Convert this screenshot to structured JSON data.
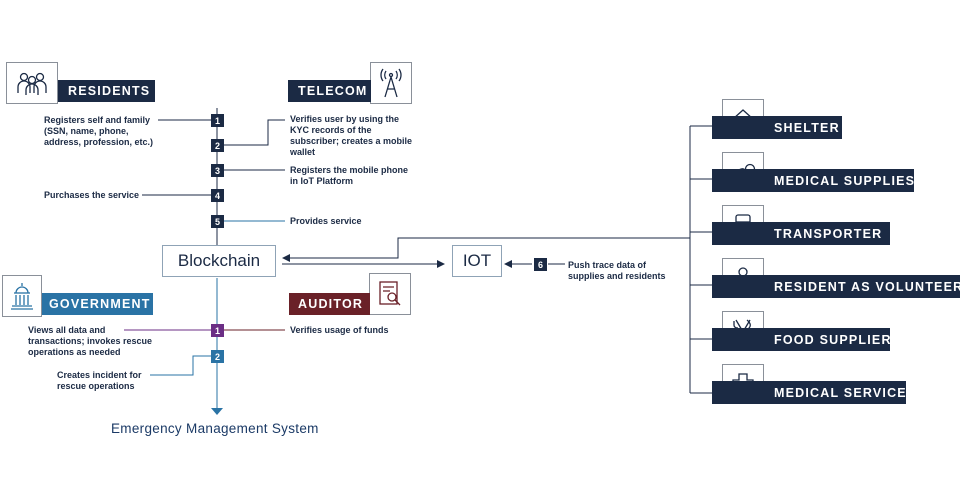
{
  "residents": {
    "label": "RESIDENTS",
    "icon": "people-icon"
  },
  "telecom": {
    "label": "TELECOM",
    "icon": "tower-icon"
  },
  "government": {
    "label": "GOVERNMENT",
    "icon": "capitol-icon"
  },
  "auditor": {
    "label": "AUDITOR",
    "icon": "document-search-icon"
  },
  "steps": {
    "s1": "1",
    "s2": "2",
    "s3": "3",
    "s4": "4",
    "s5": "5",
    "s6": "6",
    "g1": "1",
    "g2": "2"
  },
  "texts": {
    "t1": "Registers self and family (SSN, name, phone, address, profession, etc.)",
    "t2": "Verifies user by using the KYC records of the subscriber; creates a mobile wallet",
    "t3": "Registers the mobile phone in IoT Platform",
    "t4": "Purchases the service",
    "t5": "Provides service",
    "t6": "Push trace data of supplies and residents",
    "g1": "Views all data and transactions; invokes rescue operations as needed",
    "g2": "Creates incident for rescue operations",
    "a1": "Verifies usage of funds"
  },
  "nodes": {
    "blockchain": "Blockchain",
    "iot": "IOT"
  },
  "footer": "Emergency Management System",
  "suppliers": [
    {
      "label": "SHELTER",
      "icon": "house-icon"
    },
    {
      "label": "MEDICAL SUPPLIES",
      "icon": "pills-icon"
    },
    {
      "label": "TRANSPORTER",
      "icon": "train-icon"
    },
    {
      "label": "RESIDENT AS VOLUNTEER",
      "icon": "person-icon"
    },
    {
      "label": "FOOD SUPPLIER",
      "icon": "utensils-icon"
    },
    {
      "label": "MEDICAL SERVICE",
      "icon": "medical-cross-icon"
    }
  ],
  "colors": {
    "navy": "#1b2a44",
    "blue": "#2a73a5",
    "maroon": "#6a2128",
    "purple": "#6b2e85"
  }
}
